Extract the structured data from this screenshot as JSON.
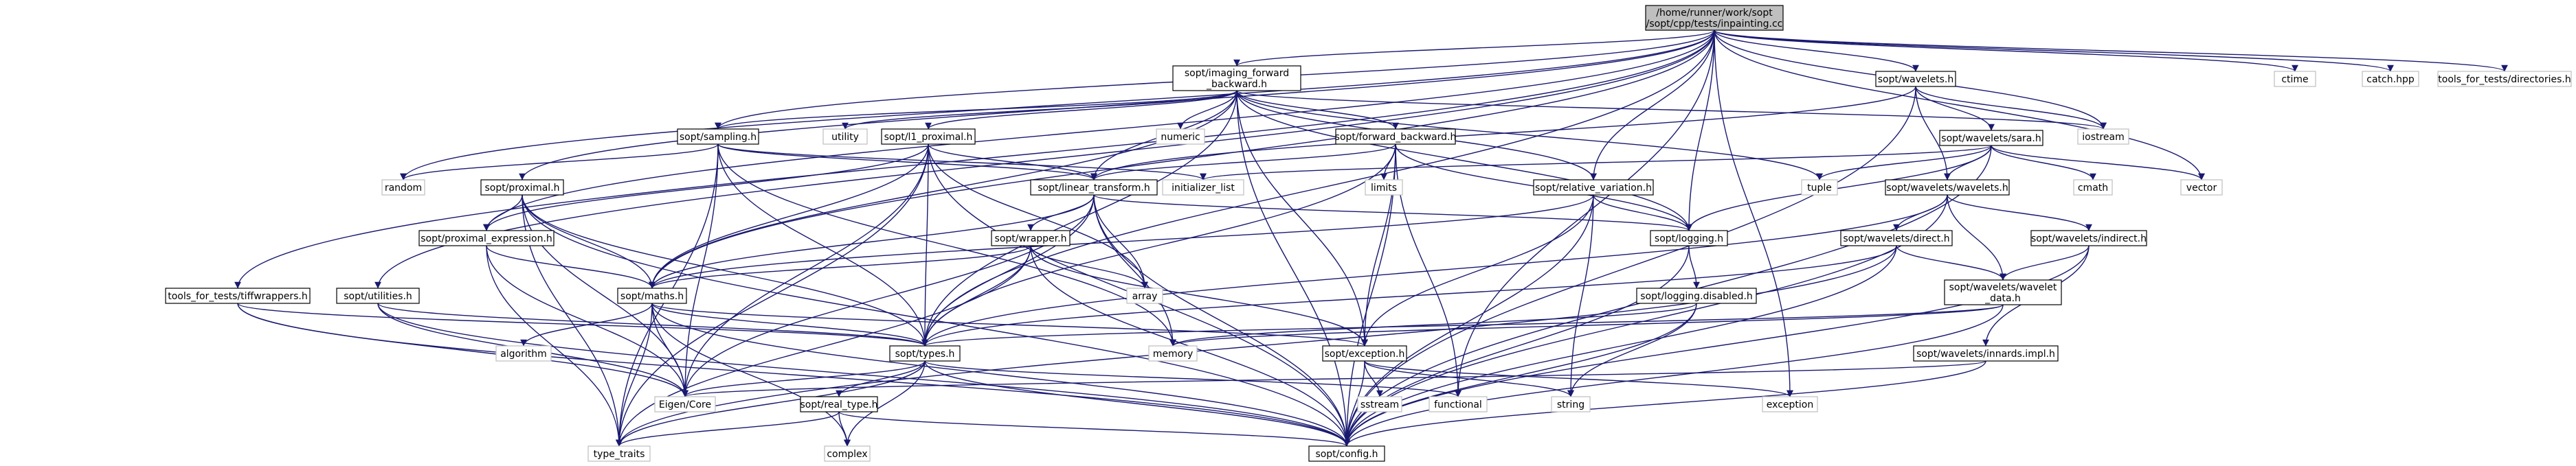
{
  "colors": {
    "edge": "#191970",
    "root_fill": "#bfbfbf",
    "node_border": "#000000",
    "system_border": "#bfbfbf",
    "text": "#000000"
  },
  "nodes": [
    {
      "id": "root",
      "label": [
        "/home/runner/work/sopt",
        "/sopt/cpp/tests/inpainting.cc"
      ],
      "kind": "root"
    },
    {
      "id": "imaging",
      "label": [
        "sopt/imaging_forward",
        "_backward.h"
      ],
      "kind": "header"
    },
    {
      "id": "wavelets_h",
      "label": [
        "sopt/wavelets.h"
      ],
      "kind": "header"
    },
    {
      "id": "ctime",
      "label": [
        "ctime"
      ],
      "kind": "system"
    },
    {
      "id": "catch",
      "label": [
        "catch.hpp"
      ],
      "kind": "system"
    },
    {
      "id": "directories",
      "label": [
        "tools_for_tests/directories.h"
      ],
      "kind": "system"
    },
    {
      "id": "sampling",
      "label": [
        "sopt/sampling.h"
      ],
      "kind": "header"
    },
    {
      "id": "utility",
      "label": [
        "utility"
      ],
      "kind": "system"
    },
    {
      "id": "l1prox",
      "label": [
        "sopt/l1_proximal.h"
      ],
      "kind": "header"
    },
    {
      "id": "numeric",
      "label": [
        "numeric"
      ],
      "kind": "system"
    },
    {
      "id": "fwdbwd",
      "label": [
        "sopt/forward_backward.h"
      ],
      "kind": "header"
    },
    {
      "id": "iostream",
      "label": [
        "iostream"
      ],
      "kind": "system"
    },
    {
      "id": "sara",
      "label": [
        "sopt/wavelets/sara.h"
      ],
      "kind": "header"
    },
    {
      "id": "random",
      "label": [
        "random"
      ],
      "kind": "system"
    },
    {
      "id": "proximal",
      "label": [
        "sopt/proximal.h"
      ],
      "kind": "header"
    },
    {
      "id": "linear",
      "label": [
        "sopt/linear_transform.h"
      ],
      "kind": "header"
    },
    {
      "id": "init_list",
      "label": [
        "initializer_list"
      ],
      "kind": "system"
    },
    {
      "id": "limits",
      "label": [
        "limits"
      ],
      "kind": "system"
    },
    {
      "id": "relvar",
      "label": [
        "sopt/relative_variation.h"
      ],
      "kind": "header"
    },
    {
      "id": "tuple",
      "label": [
        "tuple"
      ],
      "kind": "system"
    },
    {
      "id": "wavwav",
      "label": [
        "sopt/wavelets/wavelets.h"
      ],
      "kind": "header"
    },
    {
      "id": "cmath",
      "label": [
        "cmath"
      ],
      "kind": "system"
    },
    {
      "id": "vector",
      "label": [
        "vector"
      ],
      "kind": "system"
    },
    {
      "id": "proxexpr",
      "label": [
        "sopt/proximal_expression.h"
      ],
      "kind": "header"
    },
    {
      "id": "wrapper",
      "label": [
        "sopt/wrapper.h"
      ],
      "kind": "header"
    },
    {
      "id": "logging",
      "label": [
        "sopt/logging.h"
      ],
      "kind": "header"
    },
    {
      "id": "direct",
      "label": [
        "sopt/wavelets/direct.h"
      ],
      "kind": "header"
    },
    {
      "id": "indirect",
      "label": [
        "sopt/wavelets/indirect.h"
      ],
      "kind": "header"
    },
    {
      "id": "tiff",
      "label": [
        "tools_for_tests/tiffwrappers.h"
      ],
      "kind": "header"
    },
    {
      "id": "utilities",
      "label": [
        "sopt/utilities.h"
      ],
      "kind": "header"
    },
    {
      "id": "maths",
      "label": [
        "sopt/maths.h"
      ],
      "kind": "header"
    },
    {
      "id": "array",
      "label": [
        "array"
      ],
      "kind": "system"
    },
    {
      "id": "logdis",
      "label": [
        "sopt/logging.disabled.h"
      ],
      "kind": "header"
    },
    {
      "id": "wavdata",
      "label": [
        "sopt/wavelets/wavelet",
        "_data.h"
      ],
      "kind": "header"
    },
    {
      "id": "algorithm",
      "label": [
        "algorithm"
      ],
      "kind": "system"
    },
    {
      "id": "types",
      "label": [
        "sopt/types.h"
      ],
      "kind": "header"
    },
    {
      "id": "memory",
      "label": [
        "memory"
      ],
      "kind": "system"
    },
    {
      "id": "exception_h",
      "label": [
        "sopt/exception.h"
      ],
      "kind": "header"
    },
    {
      "id": "innards",
      "label": [
        "sopt/wavelets/innards.impl.h"
      ],
      "kind": "header"
    },
    {
      "id": "eigen",
      "label": [
        "Eigen/Core"
      ],
      "kind": "system"
    },
    {
      "id": "realtype",
      "label": [
        "sopt/real_type.h"
      ],
      "kind": "header"
    },
    {
      "id": "sstream",
      "label": [
        "sstream"
      ],
      "kind": "system"
    },
    {
      "id": "functional",
      "label": [
        "functional"
      ],
      "kind": "system"
    },
    {
      "id": "string",
      "label": [
        "string"
      ],
      "kind": "system"
    },
    {
      "id": "exception",
      "label": [
        "exception"
      ],
      "kind": "system"
    },
    {
      "id": "type_traits",
      "label": [
        "type_traits"
      ],
      "kind": "system"
    },
    {
      "id": "complex",
      "label": [
        "complex"
      ],
      "kind": "system"
    },
    {
      "id": "config",
      "label": [
        "sopt/config.h"
      ],
      "kind": "header"
    }
  ],
  "edges": [
    [
      "root",
      "imaging"
    ],
    [
      "root",
      "wavelets_h"
    ],
    [
      "root",
      "ctime"
    ],
    [
      "root",
      "catch"
    ],
    [
      "root",
      "directories"
    ],
    [
      "root",
      "tiff"
    ],
    [
      "root",
      "utilities"
    ],
    [
      "root",
      "types"
    ],
    [
      "root",
      "maths"
    ],
    [
      "root",
      "relvar"
    ],
    [
      "root",
      "logging"
    ],
    [
      "root",
      "proximal"
    ],
    [
      "root",
      "random"
    ],
    [
      "root",
      "iostream"
    ],
    [
      "root",
      "vector"
    ],
    [
      "root",
      "exception"
    ],
    [
      "root",
      "functional"
    ],
    [
      "root",
      "sampling"
    ],
    [
      "root",
      "proxexpr"
    ],
    [
      "imaging",
      "sampling"
    ],
    [
      "imaging",
      "utility"
    ],
    [
      "imaging",
      "l1prox"
    ],
    [
      "imaging",
      "numeric"
    ],
    [
      "imaging",
      "fwdbwd"
    ],
    [
      "imaging",
      "iostream"
    ],
    [
      "imaging",
      "relvar"
    ],
    [
      "imaging",
      "linear"
    ],
    [
      "imaging",
      "logging"
    ],
    [
      "imaging",
      "tuple"
    ],
    [
      "imaging",
      "exception_h"
    ],
    [
      "imaging",
      "types"
    ],
    [
      "imaging",
      "config"
    ],
    [
      "imaging",
      "maths"
    ],
    [
      "wavelets_h",
      "iostream"
    ],
    [
      "wavelets_h",
      "sara"
    ],
    [
      "wavelets_h",
      "wavwav"
    ],
    [
      "wavelets_h",
      "config"
    ],
    [
      "wavelets_h",
      "linear"
    ],
    [
      "sampling",
      "random"
    ],
    [
      "sampling",
      "init_list"
    ],
    [
      "sampling",
      "linear"
    ],
    [
      "sampling",
      "types"
    ],
    [
      "sampling",
      "memory"
    ],
    [
      "sampling",
      "type_traits"
    ],
    [
      "sampling",
      "eigen"
    ],
    [
      "l1prox",
      "proxexpr"
    ],
    [
      "l1prox",
      "linear"
    ],
    [
      "l1prox",
      "maths"
    ],
    [
      "l1prox",
      "types"
    ],
    [
      "l1prox",
      "config"
    ],
    [
      "l1prox",
      "array"
    ],
    [
      "l1prox",
      "eigen"
    ],
    [
      "l1prox",
      "type_traits"
    ],
    [
      "fwdbwd",
      "limits"
    ],
    [
      "fwdbwd",
      "linear"
    ],
    [
      "fwdbwd",
      "logging"
    ],
    [
      "fwdbwd",
      "types"
    ],
    [
      "fwdbwd",
      "exception_h"
    ],
    [
      "fwdbwd",
      "functional"
    ],
    [
      "fwdbwd",
      "config"
    ],
    [
      "sara",
      "init_list"
    ],
    [
      "sara",
      "tuple"
    ],
    [
      "sara",
      "cmath"
    ],
    [
      "sara",
      "vector"
    ],
    [
      "sara",
      "wavwav"
    ],
    [
      "sara",
      "logging"
    ],
    [
      "sara",
      "config"
    ],
    [
      "proximal",
      "proxexpr"
    ],
    [
      "proximal",
      "maths"
    ],
    [
      "proximal",
      "types"
    ],
    [
      "proximal",
      "eigen"
    ],
    [
      "proximal",
      "type_traits"
    ],
    [
      "proximal",
      "config"
    ],
    [
      "linear",
      "logging"
    ],
    [
      "linear",
      "wrapper"
    ],
    [
      "linear",
      "maths"
    ],
    [
      "linear",
      "types"
    ],
    [
      "linear",
      "memory"
    ],
    [
      "linear",
      "config"
    ],
    [
      "linear",
      "array"
    ],
    [
      "linear",
      "eigen"
    ],
    [
      "relvar",
      "logging"
    ],
    [
      "relvar",
      "maths"
    ],
    [
      "relvar",
      "string"
    ],
    [
      "relvar",
      "exception_h"
    ],
    [
      "relvar",
      "config"
    ],
    [
      "wavwav",
      "direct"
    ],
    [
      "wavwav",
      "indirect"
    ],
    [
      "wavwav",
      "wavdata"
    ],
    [
      "wavwav",
      "types"
    ],
    [
      "wavwav",
      "config"
    ],
    [
      "proxexpr",
      "maths"
    ],
    [
      "proxexpr",
      "eigen"
    ],
    [
      "proxexpr",
      "type_traits"
    ],
    [
      "wrapper",
      "maths"
    ],
    [
      "wrapper",
      "types"
    ],
    [
      "wrapper",
      "array"
    ],
    [
      "wrapper",
      "exception_h"
    ],
    [
      "wrapper",
      "config"
    ],
    [
      "wrapper",
      "type_traits"
    ],
    [
      "logging",
      "logdis"
    ],
    [
      "logging",
      "config"
    ],
    [
      "direct",
      "wavdata"
    ],
    [
      "direct",
      "types"
    ],
    [
      "direct",
      "config"
    ],
    [
      "direct",
      "type_traits"
    ],
    [
      "indirect",
      "wavdata"
    ],
    [
      "indirect",
      "innards"
    ],
    [
      "indirect",
      "config"
    ],
    [
      "tiff",
      "types"
    ],
    [
      "tiff",
      "eigen"
    ],
    [
      "tiff",
      "config"
    ],
    [
      "utilities",
      "types"
    ],
    [
      "utilities",
      "eigen"
    ],
    [
      "utilities",
      "config"
    ],
    [
      "maths",
      "algorithm"
    ],
    [
      "maths",
      "types"
    ],
    [
      "maths",
      "exception_h"
    ],
    [
      "maths",
      "complex"
    ],
    [
      "maths",
      "eigen"
    ],
    [
      "maths",
      "type_traits"
    ],
    [
      "maths",
      "config"
    ],
    [
      "logdis",
      "memory"
    ],
    [
      "logdis",
      "string"
    ],
    [
      "logdis",
      "config"
    ],
    [
      "wavdata",
      "memory"
    ],
    [
      "wavdata",
      "types"
    ],
    [
      "wavdata",
      "config"
    ],
    [
      "types",
      "eigen"
    ],
    [
      "types",
      "realtype"
    ],
    [
      "types",
      "complex"
    ],
    [
      "types",
      "functional"
    ],
    [
      "types",
      "config"
    ],
    [
      "types",
      "type_traits"
    ],
    [
      "exception_h",
      "sstream"
    ],
    [
      "exception_h",
      "string"
    ],
    [
      "exception_h",
      "exception"
    ],
    [
      "exception_h",
      "config"
    ],
    [
      "innards",
      "eigen"
    ],
    [
      "innards",
      "config"
    ],
    [
      "realtype",
      "type_traits"
    ],
    [
      "realtype",
      "complex"
    ],
    [
      "realtype",
      "config"
    ]
  ]
}
